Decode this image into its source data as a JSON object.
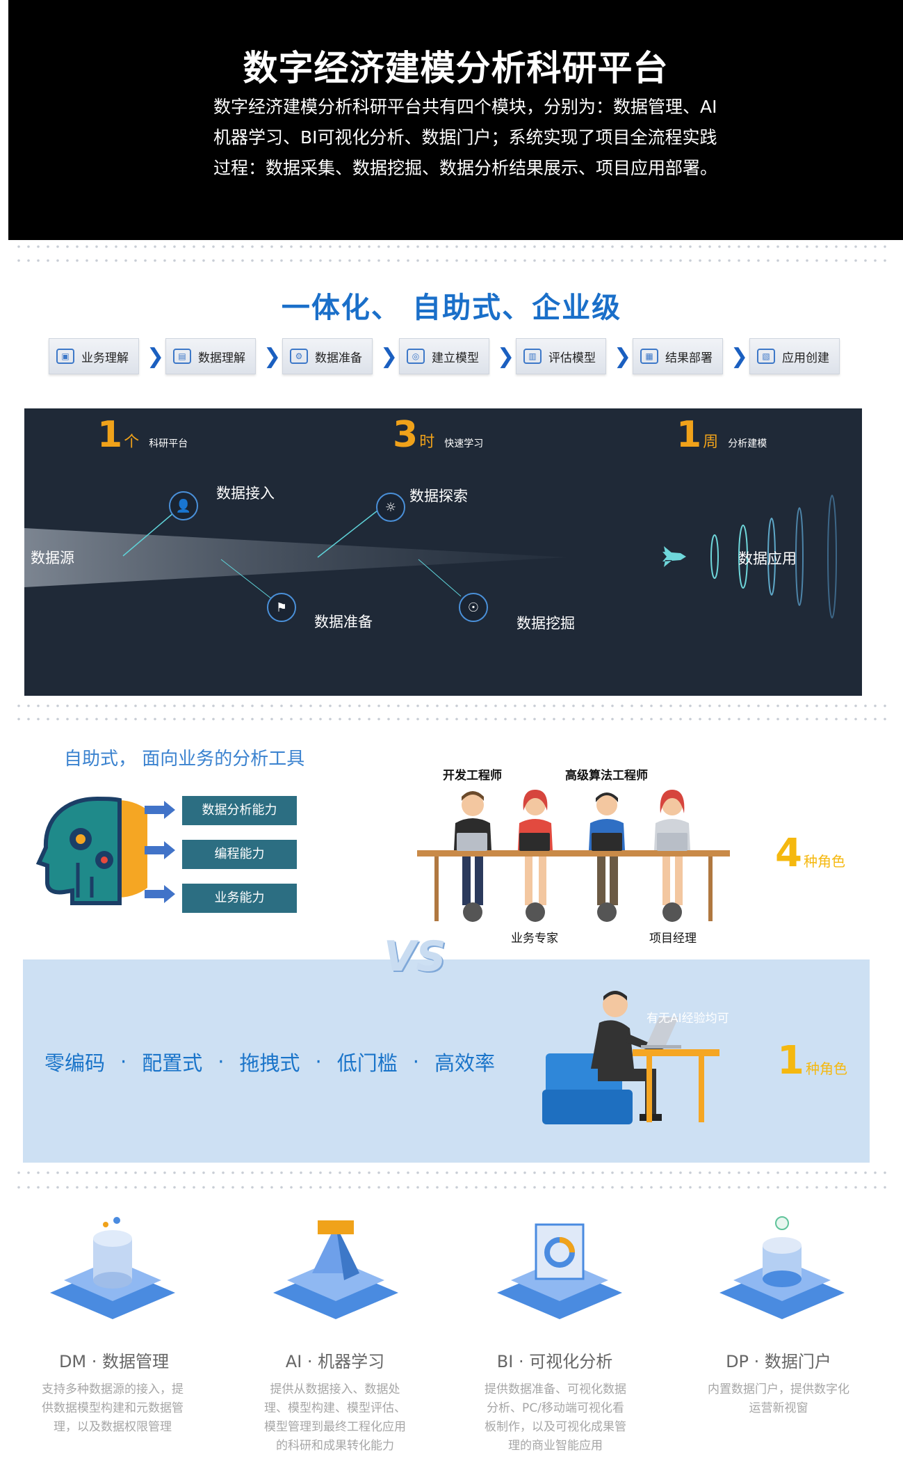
{
  "header": {
    "title": "数字经济建模分析科研平台",
    "desc_lines": [
      "数字经济建模分析科研平台共有四个模块，分别为：数据管理、AI",
      "机器学习、BI可视化分析、数据门户；系统实现了项目全流程实践",
      "过程：数据采集、数据挖掘、数据分析结果展示、项目应用部署。"
    ]
  },
  "slogan": "一体化、  自助式、企业级",
  "steps": [
    {
      "label": "业务理解",
      "icon": "presentation-icon"
    },
    {
      "label": "数据理解",
      "icon": "dashboard-icon"
    },
    {
      "label": "数据准备",
      "icon": "network-icon"
    },
    {
      "label": "建立模型",
      "icon": "model-icon"
    },
    {
      "label": "评估模型",
      "icon": "report-icon"
    },
    {
      "label": "结果部署",
      "icon": "deploy-icon"
    },
    {
      "label": "应用创建",
      "icon": "app-icon"
    }
  ],
  "step_arrow": "❯",
  "panel": {
    "stats": [
      {
        "num": "1",
        "unit": "个",
        "label": "科研平台"
      },
      {
        "num": "3",
        "unit": "时",
        "label": "快速学习"
      },
      {
        "num": "1",
        "unit": "周",
        "label": "分析建模"
      }
    ],
    "source": "数据源",
    "nodes": {
      "ingest": "数据接入",
      "explore": "数据探索",
      "prepare": "数据准备",
      "mining": "数据挖掘",
      "application": "数据应用"
    }
  },
  "self_service": {
    "title": "自助式， 面向业务的分析工具",
    "capabilities": [
      "数据分析能力",
      "编程能力",
      "业务能力"
    ],
    "roles": {
      "dev": "开发工程师",
      "algo": "高级算法工程师",
      "biz": "业务专家",
      "pm": "项目经理"
    },
    "roles_count": {
      "num": "4",
      "text": "种角色"
    }
  },
  "vs": "VS",
  "band": {
    "features": [
      "零编码",
      "配置式",
      "拖拽式",
      "低门槛",
      "高效率"
    ],
    "separator": "·",
    "note": "有无AI经验均可",
    "roles_count": {
      "num": "1",
      "text": "种角色"
    }
  },
  "modules": [
    {
      "title": "DM · 数据管理",
      "desc": [
        "支持多种数据源的接入，提",
        "供数据模型构建和元数据管",
        "理，以及数据权限管理"
      ]
    },
    {
      "title": "AI · 机器学习",
      "desc": [
        "提供从数据接入、数据处",
        "理、模型构建、模型评估、",
        "模型管理到最终工程化应用",
        "的科研和成果转化能力"
      ]
    },
    {
      "title": "BI · 可视化分析",
      "desc": [
        "提供数据准备、可视化数据",
        "分析、PC/移动端可视化看",
        "板制作，以及可视化成果管",
        "理的商业智能应用"
      ]
    },
    {
      "title": "DP · 数据门户",
      "desc": [
        "内置数据门户，提供数字化",
        "运营新视窗"
      ]
    }
  ],
  "colors": {
    "accent_blue": "#1a6fc9",
    "gold": "#f0a21a",
    "panel_bg": "#1f2937",
    "band_bg": "#cde0f3",
    "cap_bg": "#2c6e82"
  }
}
